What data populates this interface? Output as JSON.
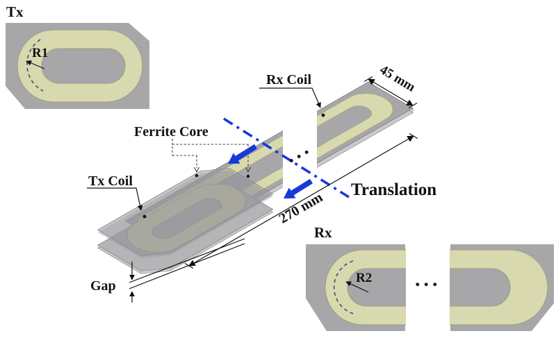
{
  "diagram": {
    "title_labels": {
      "tx": "Tx",
      "rx": "Rx"
    },
    "coil_labels": {
      "r1": "R1",
      "r2": "R2",
      "tx_coil": "Tx Coil",
      "rx_coil": "Rx Coil",
      "ferrite_core": "Ferrite Core"
    },
    "dimensions": {
      "rail_length": "270 mm",
      "rail_width": "45 mm",
      "gap": "Gap"
    },
    "motion": {
      "translation": "Translation"
    },
    "ellipsis": "...",
    "colors": {
      "accent_blue": "#1838d8",
      "coil_cream": "#d8d9ae",
      "plate_gray": "#a7a7a9",
      "arc_dash_blue": "#3d5875"
    }
  }
}
